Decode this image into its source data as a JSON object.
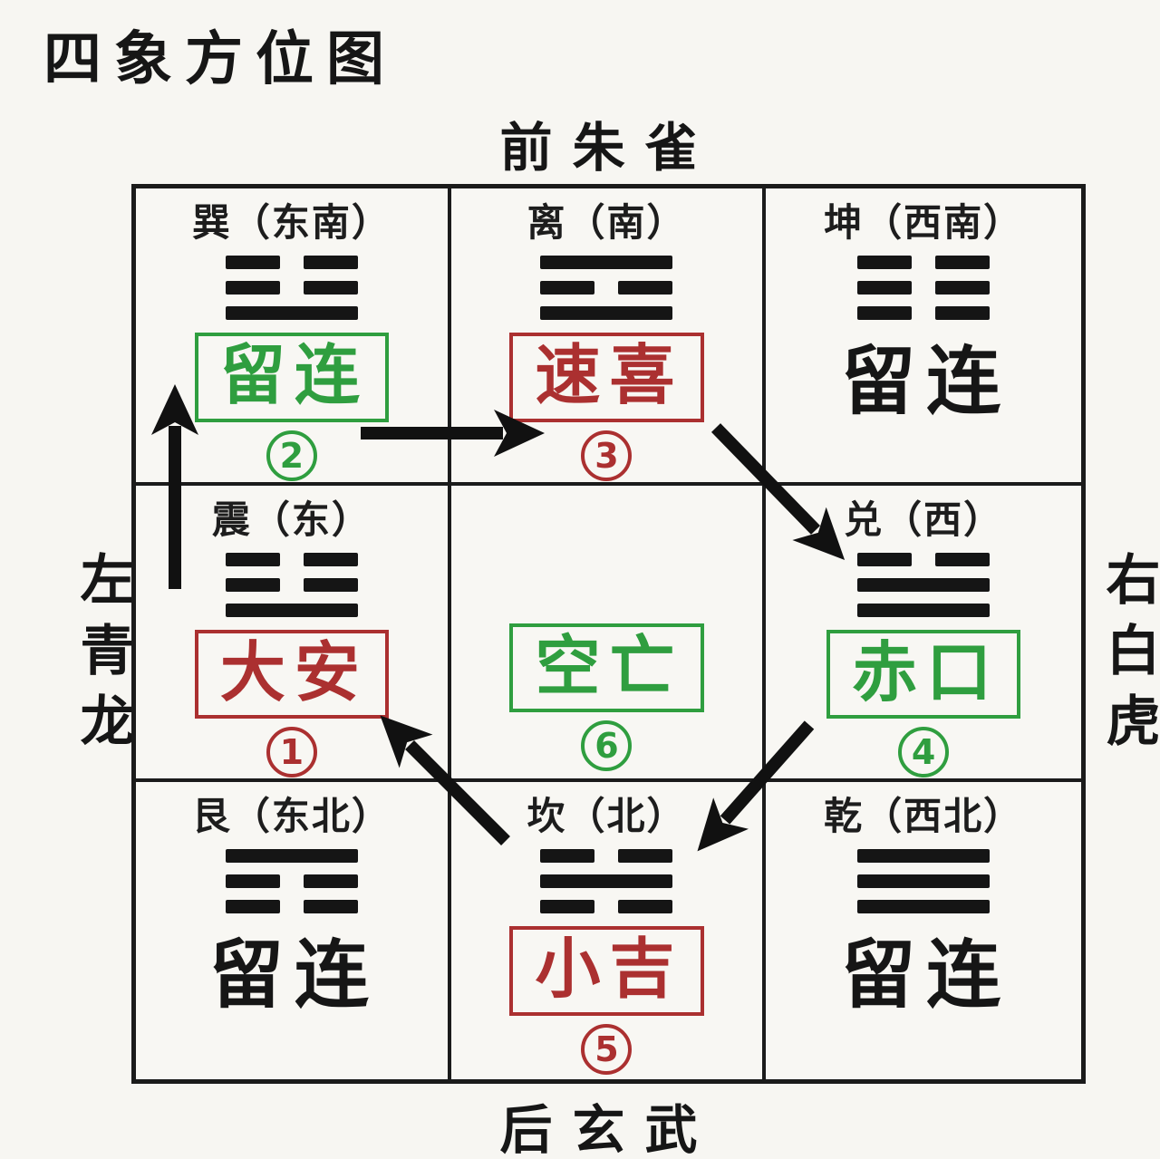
{
  "title": "四象方位图",
  "outer_labels": {
    "top": "前朱雀",
    "left": "左青龙",
    "right": "右白虎",
    "bottom": "后玄武"
  },
  "colors": {
    "green": "#2f9e3f",
    "red": "#ab3030",
    "ink": "#1b1b1b",
    "background": "#f7f6f2"
  },
  "cells": [
    {
      "id": "xun",
      "header": "巽（东南）",
      "trigram": [
        "broken",
        "broken",
        "solid"
      ],
      "term": "留连",
      "term_style": "green-box",
      "number": "2",
      "number_style": "green"
    },
    {
      "id": "li",
      "header": "离（南）",
      "trigram": [
        "solid",
        "broken",
        "solid"
      ],
      "term": "速喜",
      "term_style": "red-box",
      "number": "3",
      "number_style": "red"
    },
    {
      "id": "kun",
      "header": "坤（西南）",
      "trigram": [
        "broken",
        "broken",
        "broken"
      ],
      "term": "留连",
      "term_style": "plain",
      "number": ""
    },
    {
      "id": "zhen",
      "header": "震（东）",
      "trigram": [
        "broken",
        "broken",
        "solid"
      ],
      "term": "大安",
      "term_style": "red-box",
      "number": "1",
      "number_style": "red"
    },
    {
      "id": "center",
      "header": "",
      "trigram": null,
      "term": "空亡",
      "term_style": "green-box",
      "number": "6",
      "number_style": "green"
    },
    {
      "id": "dui",
      "header": "兑（西）",
      "trigram": [
        "broken",
        "solid",
        "solid"
      ],
      "term": "赤口",
      "term_style": "green-box",
      "number": "4",
      "number_style": "green"
    },
    {
      "id": "gen",
      "header": "艮（东北）",
      "trigram": [
        "solid",
        "broken",
        "broken"
      ],
      "term": "留连",
      "term_style": "plain",
      "number": ""
    },
    {
      "id": "kan",
      "header": "坎（北）",
      "trigram": [
        "broken",
        "solid",
        "broken"
      ],
      "term": "小吉",
      "term_style": "red-box",
      "number": "5",
      "number_style": "red"
    },
    {
      "id": "qian",
      "header": "乾（西北）",
      "trigram": [
        "solid",
        "solid",
        "solid"
      ],
      "term": "留连",
      "term_style": "plain",
      "number": ""
    }
  ],
  "arrows": [
    {
      "from": "大安①",
      "to": "留连②",
      "direction": "up"
    },
    {
      "from": "留连②",
      "to": "速喜③",
      "direction": "right"
    },
    {
      "from": "速喜③",
      "to": "赤口④",
      "direction": "down-right"
    },
    {
      "from": "赤口④",
      "to": "小吉⑤",
      "direction": "down-left"
    },
    {
      "from": "小吉⑤",
      "to": "大安①",
      "direction": "up-left"
    }
  ]
}
